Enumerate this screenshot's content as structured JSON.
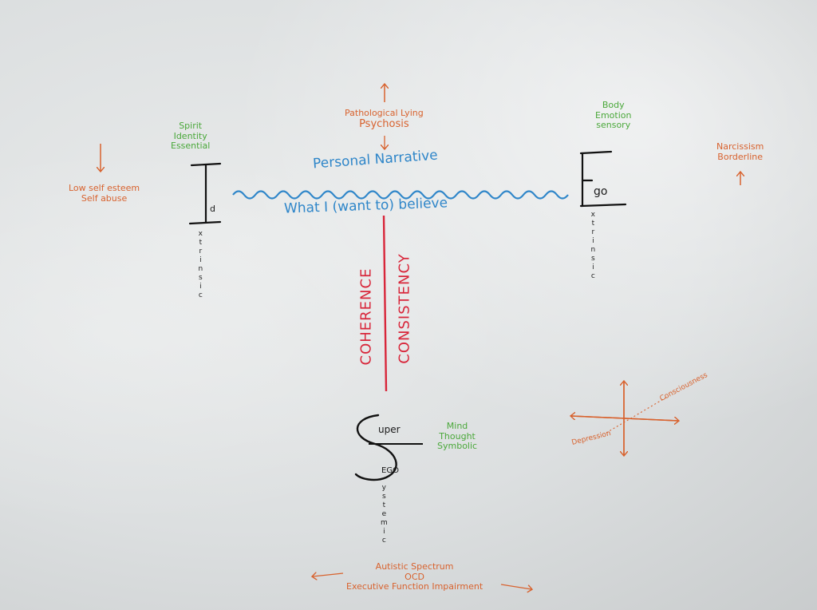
{
  "id_node": {
    "letter": "I",
    "sub": "d",
    "traits": [
      "Spirit",
      "Identity",
      "Essential"
    ],
    "axis": "xtrinsic",
    "pathology": [
      "Low self esteem",
      "Self abuse"
    ]
  },
  "ego_node": {
    "letter": "E",
    "sub": "go",
    "traits": [
      "Body",
      "Emotion",
      "sensory"
    ],
    "axis": "xtrinsic",
    "pathology": [
      "Narcissism",
      "Borderline"
    ]
  },
  "superego_node": {
    "upper": "uper",
    "lower": "EGO",
    "traits": [
      "Mind",
      "Thought",
      "Symbolic"
    ],
    "axis": "ystemic",
    "pathology": [
      "Autistic Spectrum",
      "OCD",
      "Executive Function Impairment"
    ]
  },
  "narrative": {
    "top": "Personal Narrative",
    "bottom": "What I (want to) believe",
    "pathology": [
      "Pathological Lying",
      "Psychosis"
    ]
  },
  "coherence": {
    "left": "COHERENCE",
    "right": "CONSISTENCY"
  },
  "axes_sketch": {
    "diag_pos": "Consciousness",
    "diag_neg": "Depression"
  },
  "colors": {
    "green": "#4aa83a",
    "orange": "#d8622e",
    "blue": "#2f86c9",
    "red": "#d8263a",
    "ink": "#111111"
  }
}
